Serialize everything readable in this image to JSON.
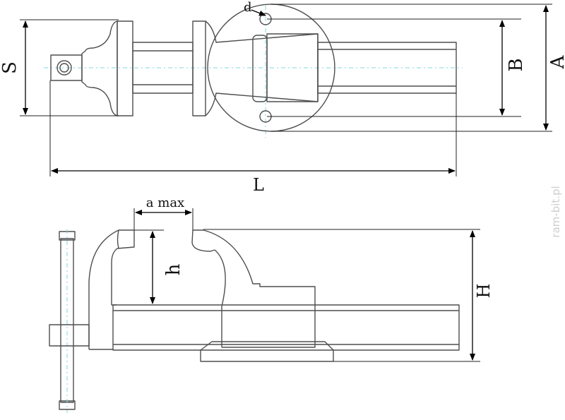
{
  "labels": {
    "s": "S",
    "l": "L",
    "b": "B",
    "a": "A",
    "d": "d",
    "a_max": "a max",
    "h_small": "h",
    "h_big": "H"
  },
  "watermark": "ram-bit.pl",
  "colors": {
    "outline": "#4e4e4e",
    "dimension": "#000000",
    "centerline": "#7fd6dc"
  }
}
